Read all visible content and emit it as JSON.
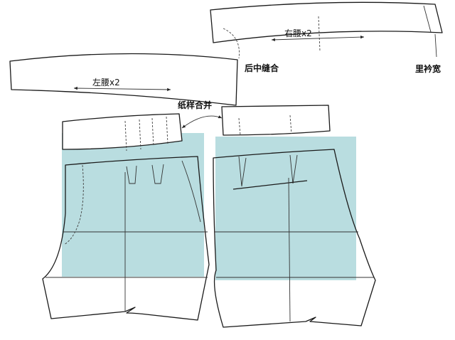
{
  "labels": {
    "right_waist": "右腰x2",
    "left_waist": "左腰x2",
    "back_center_seam": "后中缝合",
    "lining_width": "里衿宽",
    "pattern_merge": "纸样合并"
  },
  "colors": {
    "highlight": "#b9dde0",
    "line": "#1a1a1a",
    "background": "#ffffff"
  }
}
